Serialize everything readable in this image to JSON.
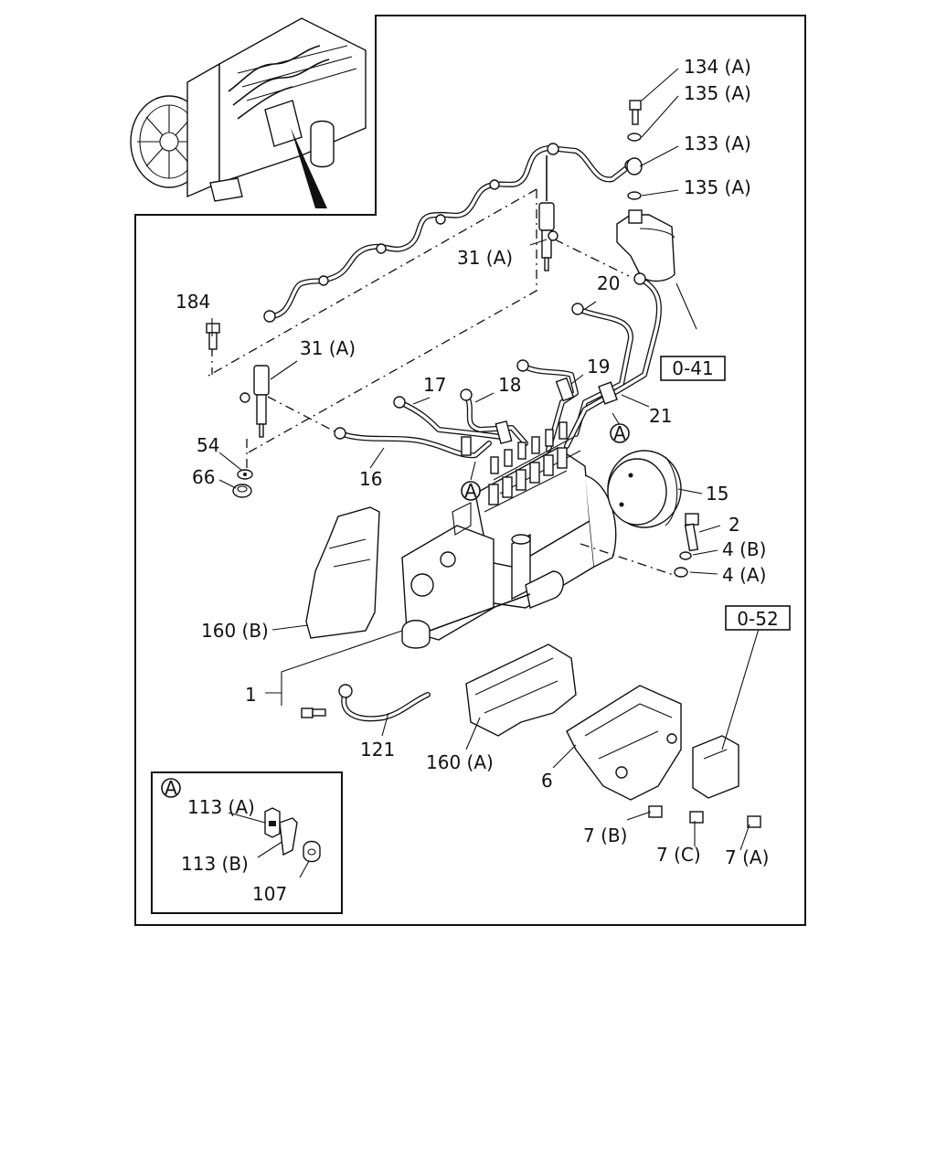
{
  "callouts": {
    "p134a": "134 (A)",
    "p135a_1": "135 (A)",
    "p133a": "133 (A)",
    "p135a_2": "135 (A)",
    "p31a_1": "31 (A)",
    "p20": "20",
    "ref041": "0-41",
    "p184": "184",
    "p19": "19",
    "p31a_2": "31 (A)",
    "p17": "17",
    "p18": "18",
    "p21": "21",
    "p54": "54",
    "p66": "66",
    "p16": "16",
    "p15": "15",
    "p2": "2",
    "p4b": "4 (B)",
    "p4a": "4 (A)",
    "ref052": "0-52",
    "p160b": "160 (B)",
    "p1": "1",
    "p121": "121",
    "p160a": "160 (A)",
    "p6": "6",
    "p7b": "7 (B)",
    "p7c": "7 (C)",
    "p7a": "7 (A)",
    "p113a": "113 (A)",
    "p113b": "113 (B)",
    "p107": "107"
  },
  "markers": {
    "a": "A"
  }
}
